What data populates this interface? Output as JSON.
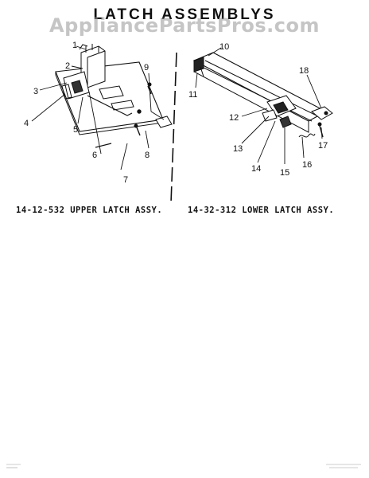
{
  "title": "LATCH ASSEMBLYS",
  "watermark": "AppliancePartsPros.com",
  "upper": {
    "caption": "14-12-532 UPPER LATCH ASSY.",
    "callouts": [
      "1",
      "2",
      "3",
      "4",
      "5",
      "6",
      "7",
      "8",
      "9"
    ]
  },
  "lower": {
    "caption": "14-32-312 LOWER LATCH ASSY.",
    "callouts": [
      "10",
      "11",
      "12",
      "13",
      "14",
      "15",
      "16",
      "17",
      "18"
    ]
  }
}
